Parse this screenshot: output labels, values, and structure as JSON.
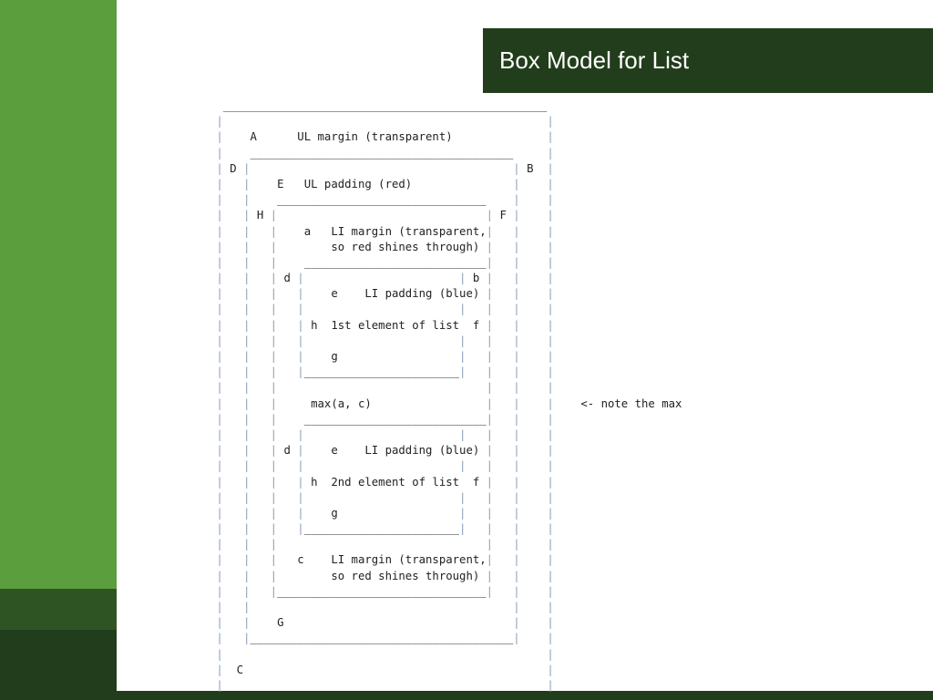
{
  "slide": {
    "title": "Box Model for List"
  },
  "theme": {
    "sidebar_green": "#5a9e3e",
    "dark_green": "#223d1c",
    "mid_green": "#2e5423",
    "bar_color": "#8da0ba"
  },
  "diagram": {
    "lines": [
      "  ________________________________________________",
      " |                                                |",
      " |    A      UL margin (transparent)              |",
      " |    _______________________________________     |",
      " | D |                                       | B  |",
      " |   |    E   UL padding (red)               |    |",
      " |   |    _______________________________    |    |",
      " |   | H |                               | F |    |",
      " |   |   |    a   LI margin (transparent,|   |    |",
      " |   |   |        so red shines through) |   |    |",
      " |   |   |    ___________________________|   |    |",
      " |   |   | d |                       | b |   |    |",
      " |   |   |   |    e    LI padding (blue) |   |    |",
      " |   |   |   |                       |   |   |    |",
      " |   |   |   | h  1st element of list  f |   |    |",
      " |   |   |   |                       |   |   |    |",
      " |   |   |   |    g                  |   |   |    |",
      " |   |   |   |_______________________|   |   |    |",
      " |   |   |                               |   |    |",
      " |   |   |     max(a, c)                 |   |    |    <- note the max",
      " |   |   |    ___________________________|   |    |",
      " |   |   |   |                       |   |   |    |",
      " |   |   | d |    e    LI padding (blue) |   |    |",
      " |   |   |   |                       |   |   |    |",
      " |   |   |   | h  2nd element of list  f |   |    |",
      " |   |   |   |                       |   |   |    |",
      " |   |   |   |    g                  |   |   |    |",
      " |   |   |   |_______________________|   |   |    |",
      " |   |   |                               |   |    |",
      " |   |   |   c    LI margin (transparent,|   |    |",
      " |   |   |        so red shines through) |   |    |",
      " |   |   |_______________________________|   |    |",
      " |   |                                       |    |",
      " |   |    G                                  |    |",
      " |   |_______________________________________|    |",
      " |                                                |",
      " |  C                                             |",
      " |________________________________________________|"
    ]
  }
}
